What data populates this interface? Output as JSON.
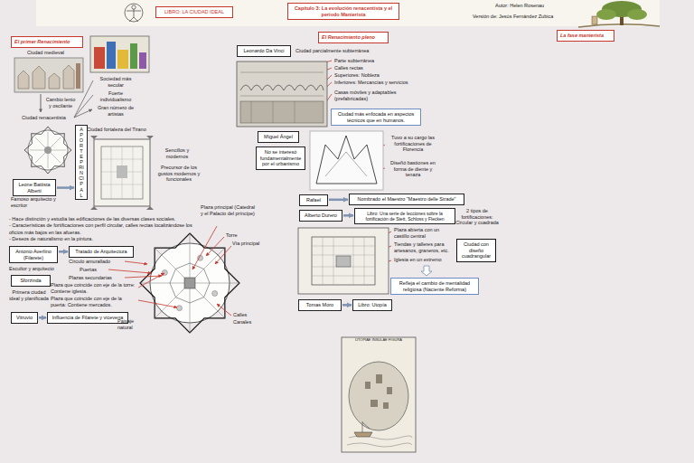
{
  "diagram": {
    "nodes": [
      {
        "text": [
          "LIBRO: LA CIUDAD IDEAL"
        ]
      },
      {
        "text": [
          "Capítulo 3: La evolución renacentista y el período Manierista"
        ]
      },
      {
        "text": [
          "El primer Renacimiento"
        ]
      },
      {
        "text": [
          "El Renacimiento pleno"
        ]
      },
      {
        "text": [
          "La fase manierista"
        ]
      },
      {
        "text": [
          "Leonardo Da Vinci"
        ]
      },
      {
        "text": [
          "Ciudad más enfocada en aspectos técnicos que en humanos."
        ]
      },
      {
        "text": [
          "APORTE PRINCIPAL"
        ]
      },
      {
        "text": [
          "Miguel Ángel"
        ]
      },
      {
        "text": [
          "No se interesó fundamentalmente por el urbanismo"
        ]
      },
      {
        "text": [
          "Leone Battista Alberti"
        ]
      },
      {
        "text": [
          "Rafael"
        ]
      },
      {
        "text": [
          "Nombrado el Maestro \"Maestro delle Strade\""
        ]
      },
      {
        "text": [
          "Alberto Durero"
        ]
      },
      {
        "text": [
          "Libro: Una serie de lecciones sobre la fortificación de Stett, Schloss y Flecken"
        ]
      },
      {
        "text": [
          "Ciudad con diseño cuadrangular"
        ]
      },
      {
        "text": [
          "Antonio Averlino (Filarete)"
        ]
      },
      {
        "text": [
          "Tratado de Arquitectura"
        ]
      },
      {
        "text": [
          "Sforzinda"
        ]
      },
      {
        "text": [
          "Refleja el cambio de mentalidad religiosa (Naciente Reforma)"
        ]
      },
      {
        "text": [
          "Vitruvio"
        ]
      },
      {
        "text": [
          "Influencia de Filarete y vicevena"
        ]
      },
      {
        "text": [
          "Tomas Moro"
        ]
      },
      {
        "text": [
          "Libro: Utopía"
        ]
      }
    ],
    "edges": [
      {
        "from": 10,
        "to": 7,
        "arrow": "to"
      },
      {
        "from": 11,
        "to": 12,
        "arrow": "to"
      },
      {
        "from": 13,
        "to": 14,
        "arrow": "to"
      },
      {
        "from": 16,
        "to": 17,
        "arrow": "to"
      },
      {
        "from": 20,
        "to": 21,
        "arrow": "to"
      },
      {
        "from": 22,
        "to": 23,
        "arrow": "to"
      }
    ],
    "labels": [
      "Autor: Helen Rosenau",
      "Versión de: Jesús Fernández Zubica",
      "Ciudad medieval",
      "Sociedad más secular",
      "Fuerte individualismo",
      "Gran número de artistas",
      "Cambio lento y oscilante",
      "Ciudad renacentista",
      "Ciudad fortaleza del Tirano",
      "Sencillos y modernos",
      "Precursor de los gustos modernos y funcionales",
      "Famoso arquitecto y escritor",
      "- Hace distinción y estudia las edificaciones de las diversas clases sociales.",
      "- Características de fortificaciones con perfil circular, calles rectas localizándose los oficios más bajos en las afueras.",
      "- Deseos de naturalismo en la pintura.",
      "Escultor y arquitecto",
      "Primera ciudad ideal y planificada",
      "Plaza principal (Catedral y el Palacio del príncipe)",
      "Torre",
      "Vía principal",
      "Círculo amurallado",
      "Puertas",
      "Plazas secundarias",
      "Plaza que coincide con eje de la torre: Contiene iglesia.",
      "Plaza que coincide con eje de la puerta: Contiene mercados.",
      "Paisaje natural",
      "Calles",
      "Canales",
      "Ciudad parcialmente subterránea",
      "Parte subterránea",
      "Calles rectas",
      "Superiores: Nobleza",
      "Inferiores: Mercancías y servicios",
      "Casas móviles y adaptables (prefabricadas)",
      "Tuvo a su cargo las fortificaciones de Florencia",
      "Diseñó bastiones en forma de diente y tenaza",
      "2 tipos de fortificaciones: Circular y cuadrada",
      "Plaza abierta con un castillo central",
      "Tiendas y talleres para artesanos, graneros, etc.",
      "Iglesia en un extremo",
      "UTOPIAE INSULAE FIGURA"
    ]
  }
}
